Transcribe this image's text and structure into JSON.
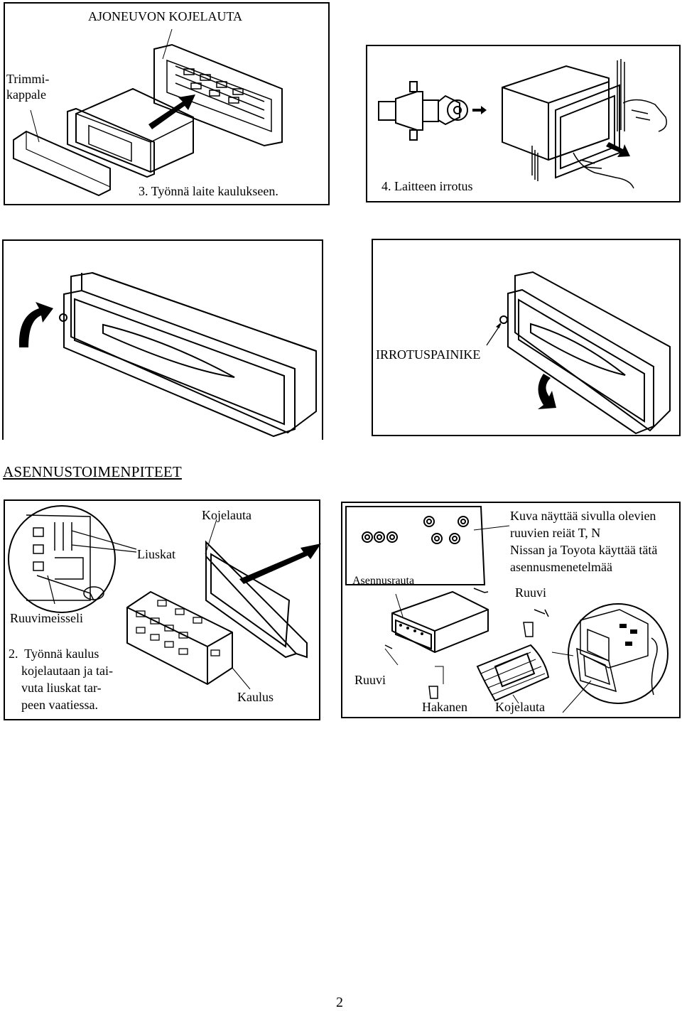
{
  "panel1": {
    "title": "AJONEUVON KOJELAUTA",
    "trim_label": "Trimmi-\nkappale",
    "step": "3.  Työnnä laite kaulukseen."
  },
  "panel2": {
    "step": "4.  Laitteen irrotus"
  },
  "panel4": {
    "release_button_label": "IRROTUSPAINIKE"
  },
  "section_heading": "ASENNUSTOIMENPITEET",
  "panel5": {
    "dashboard_label": "Kojelauta",
    "tabs_label": "Liuskat",
    "screwdriver_label": "Ruuvimeisseli",
    "step": "2.  Työnnä kaulus\n    kojelautaan ja tai-\n    vuta liuskat tar-\n    peen vaatiessa.",
    "collar_label": "Kaulus"
  },
  "panel6": {
    "note": "Kuva näyttää sivulla olevien\nruuvien reiät T, N\nNissan ja Toyota käyttää tätä\nasennusmenetelmää",
    "bracket_label": "Asennusrauta",
    "screw_label_right": "Ruuvi",
    "screw_label_left": "Ruuvi",
    "hook_label": "Hakanen",
    "dashboard_label": "Kojelauta"
  },
  "page_number": "2"
}
